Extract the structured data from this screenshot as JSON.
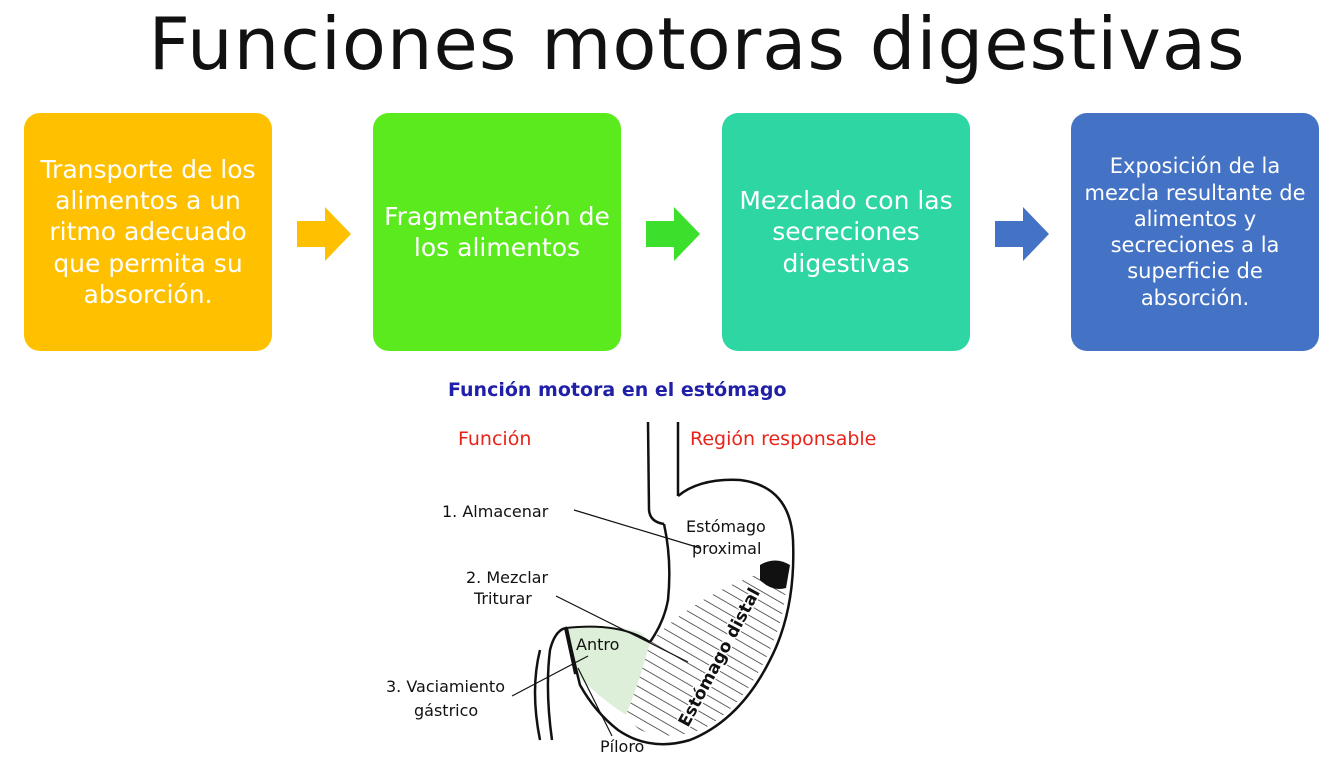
{
  "title": "Funciones motoras digestivas",
  "steps": [
    {
      "text": "Transporte de los alimentos a un ritmo adecuado que permita su absorción.",
      "color": "#FFC000"
    },
    {
      "text": "Fragmentación de los alimentos",
      "color": "#5BEA1E"
    },
    {
      "text": "Mezclado con las secreciones digestivas",
      "color": "#2ED6A4"
    },
    {
      "text": "Exposición de la mezcla resultante de alimentos y secreciones a la superficie de absorción.",
      "color": "#4472C4"
    }
  ],
  "diagram": {
    "heading": "Función motora en el estómago",
    "col_funcion": "Función",
    "col_region": "Región responsable",
    "label_almacenar": "1. Almacenar",
    "label_mezclar": "2. Mezclar",
    "label_triturar": "Triturar",
    "label_vaciamiento": "3. Vaciamiento",
    "label_gastrico": "gástrico",
    "label_estomago": "Estómago",
    "label_proximal": "proximal",
    "label_antro": "Antro",
    "label_distal": "Estómago distal",
    "label_piloro": "Píloro",
    "heading_color": "#1F1FA8",
    "column_color": "#E8231A",
    "antro_color": "#DDEFD8"
  }
}
